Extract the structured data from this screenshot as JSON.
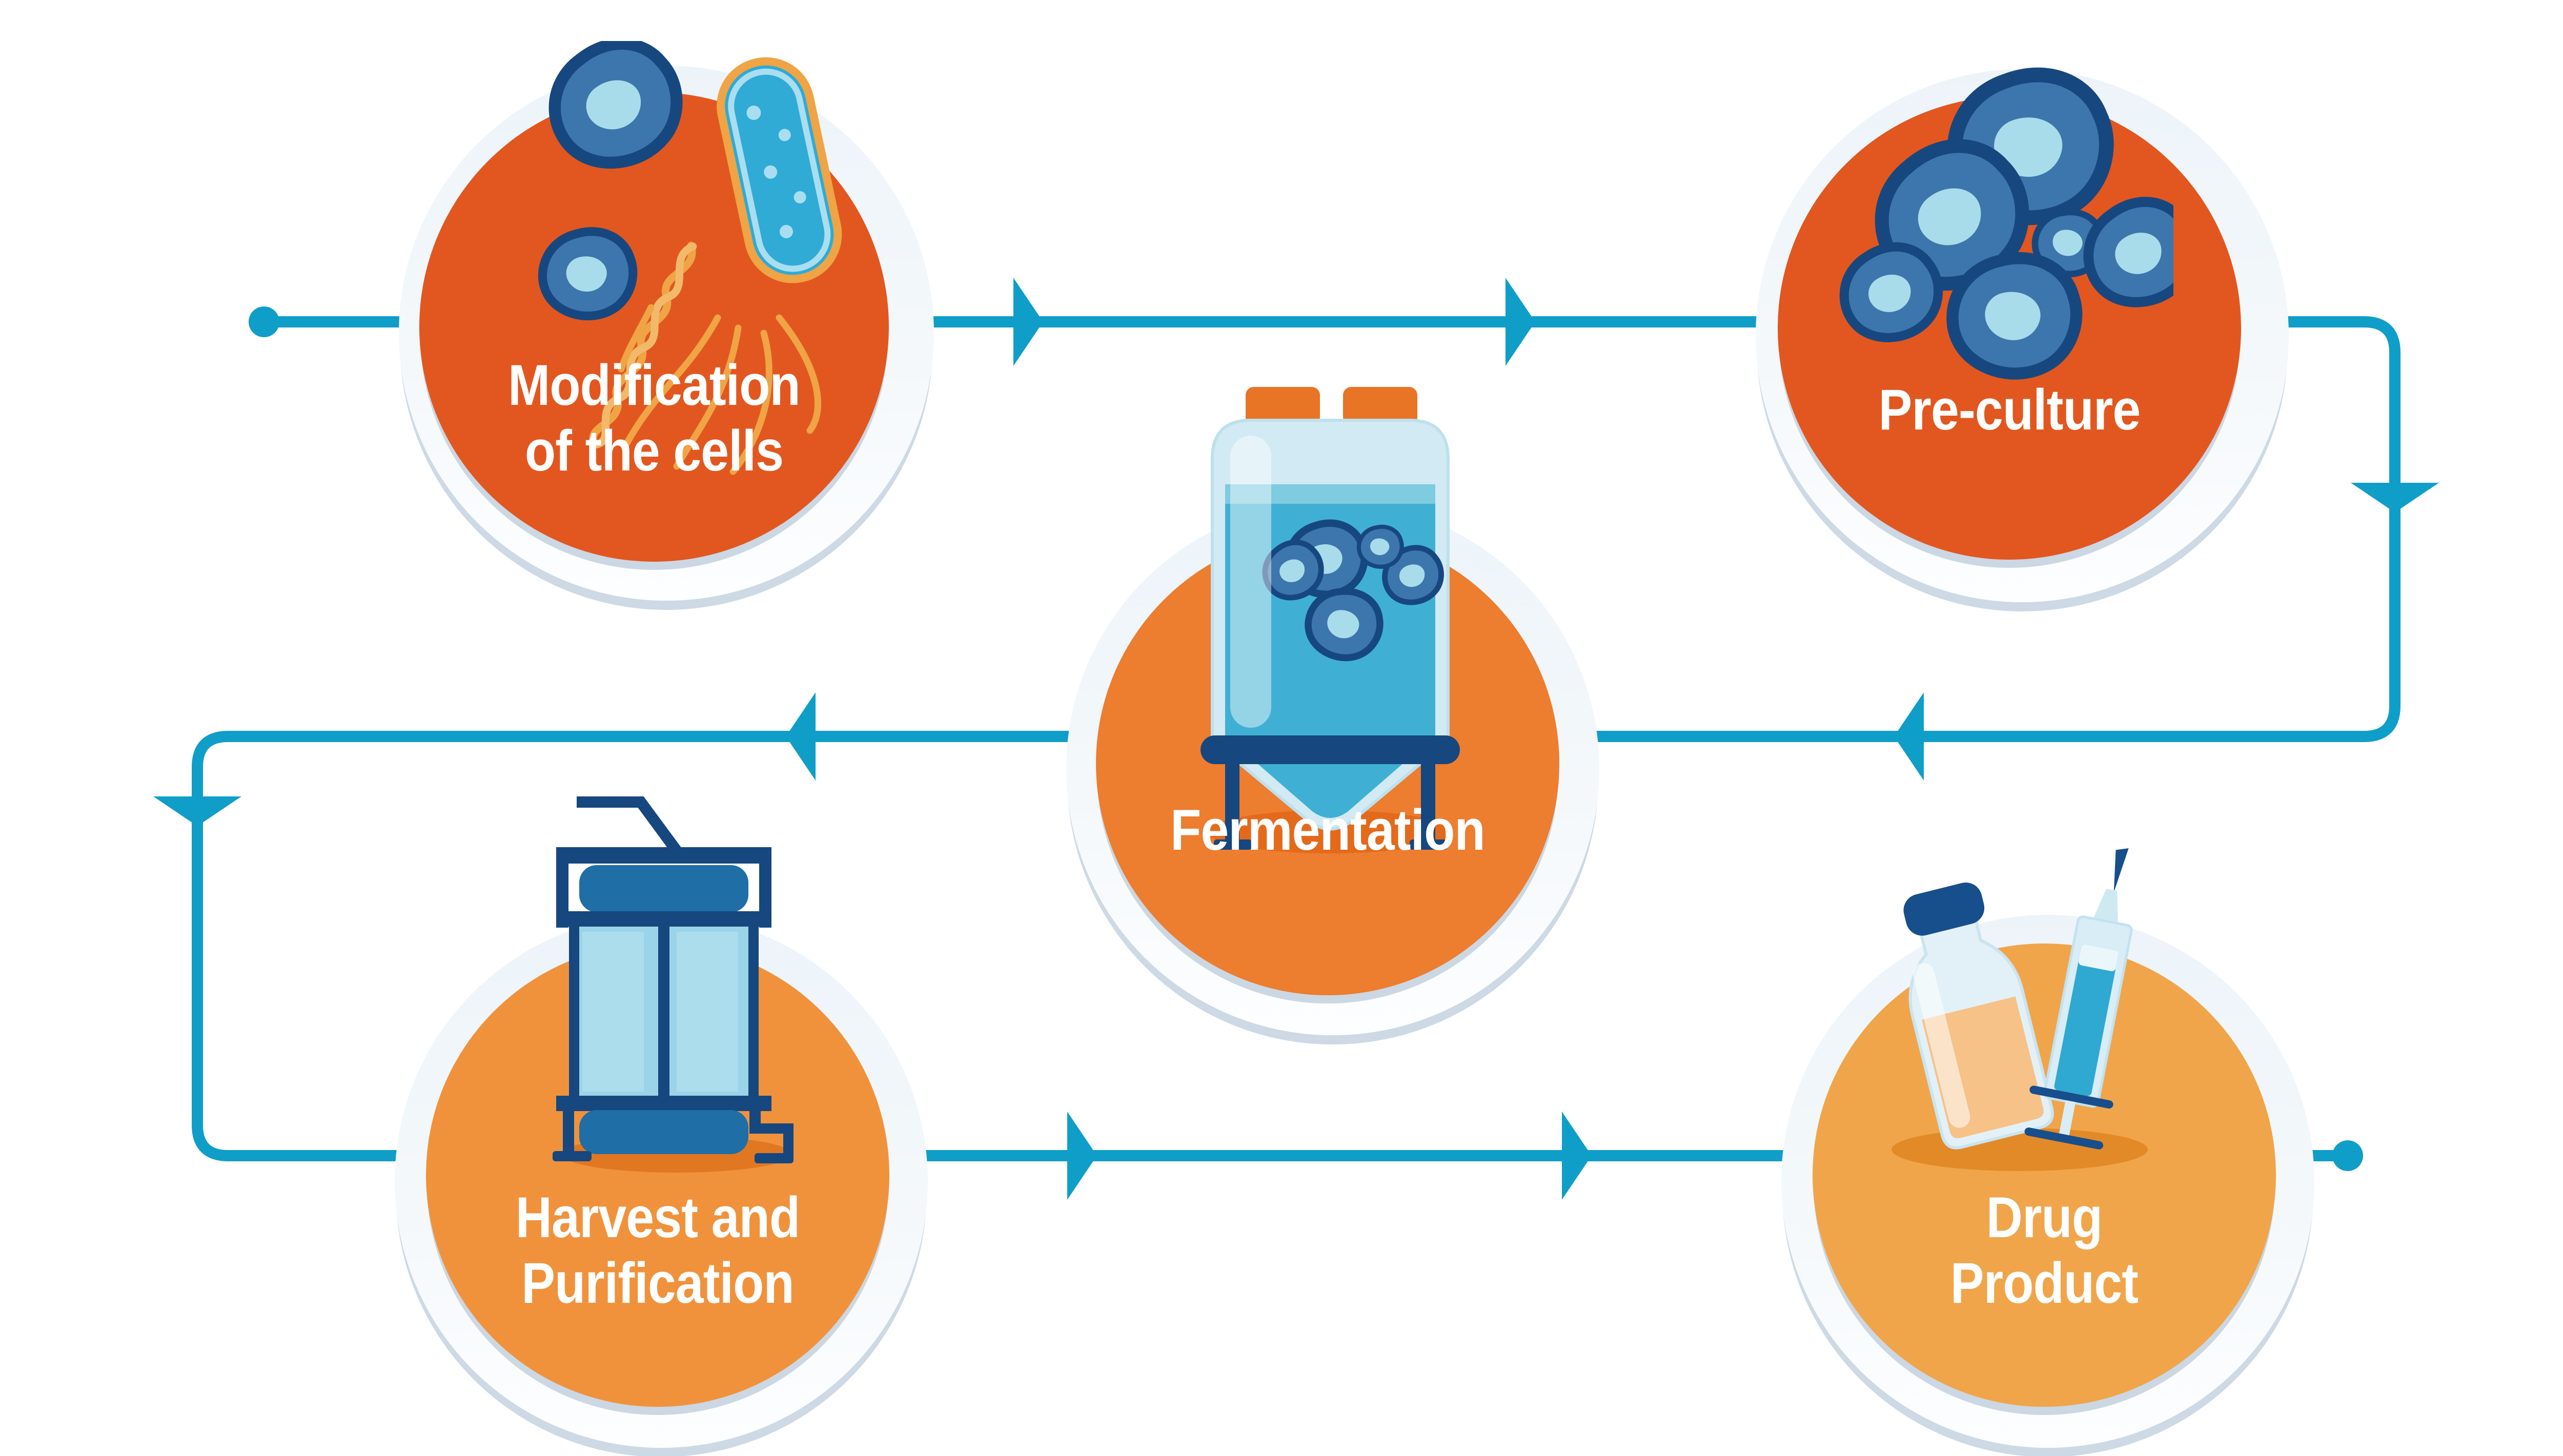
{
  "flow": {
    "line_color": "#0F9EC8",
    "start_marker": "dot",
    "end_marker": "dot"
  },
  "palette": {
    "navy": "#17477F",
    "medium_blue": "#3D76AC",
    "light_blue": "#A9DCEA",
    "teal_liquid": "#3FB0D4",
    "plate": "#EDF4F9",
    "plate_shadow": "#CDD9E5",
    "label_text": "#FFFFFF"
  },
  "nodes": [
    {
      "id": "modification",
      "label_line1": "Modification",
      "label_line2": "of the cells",
      "circle_color": "#E2571F",
      "icon": "modified-cells-icon"
    },
    {
      "id": "preculture",
      "label_line1": "Pre-culture",
      "label_line2": "",
      "circle_color": "#E2571F",
      "icon": "cell-cluster-icon"
    },
    {
      "id": "fermentation",
      "label_line1": "Fermentation",
      "label_line2": "",
      "circle_color": "#ED7D2F",
      "icon": "fermentation-tank-icon"
    },
    {
      "id": "harvest",
      "label_line1": "Harvest and",
      "label_line2": "Purification",
      "circle_color": "#F0923C",
      "icon": "filtration-columns-icon"
    },
    {
      "id": "drugproduct",
      "label_line1": "Drug",
      "label_line2": "Product",
      "circle_color": "#F0A54A",
      "icon": "vial-and-syringe-icon"
    }
  ]
}
